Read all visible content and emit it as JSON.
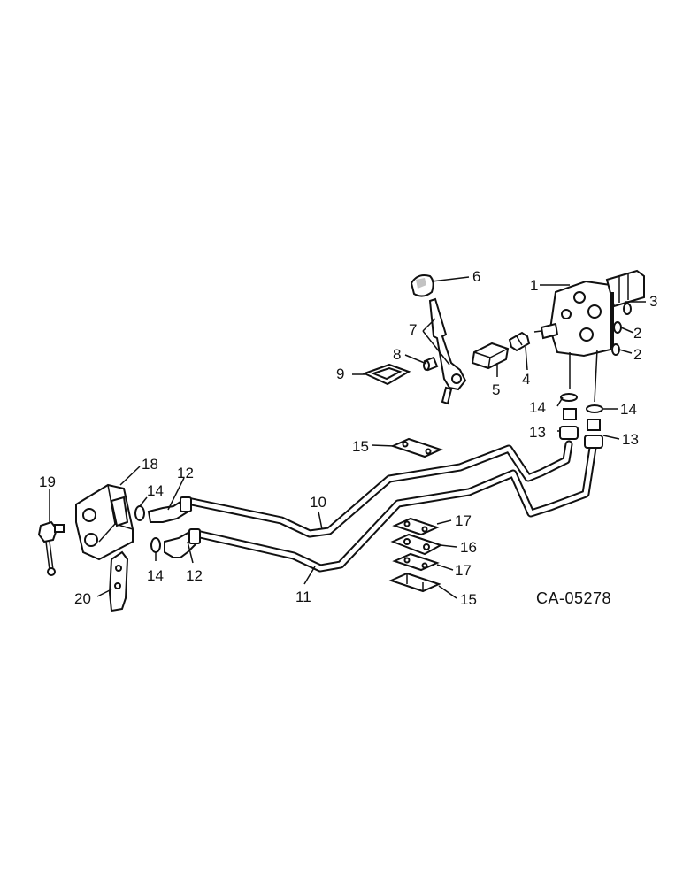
{
  "diagram": {
    "reference_code": "CA-05278",
    "callouts": {
      "c1": "1",
      "c2a": "2",
      "c2b": "2",
      "c3": "3",
      "c4": "4",
      "c5": "5",
      "c6": "6",
      "c7": "7",
      "c8": "8",
      "c9": "9",
      "c10": "10",
      "c11": "11",
      "c12a": "12",
      "c12b": "12",
      "c13a": "13",
      "c13b": "13",
      "c14a": "14",
      "c14b": "14",
      "c14c": "14",
      "c14d": "14",
      "c15a": "15",
      "c15b": "15",
      "c16": "16",
      "c17a": "17",
      "c17b": "17",
      "c18": "18",
      "c19": "19",
      "c20": "20"
    }
  }
}
